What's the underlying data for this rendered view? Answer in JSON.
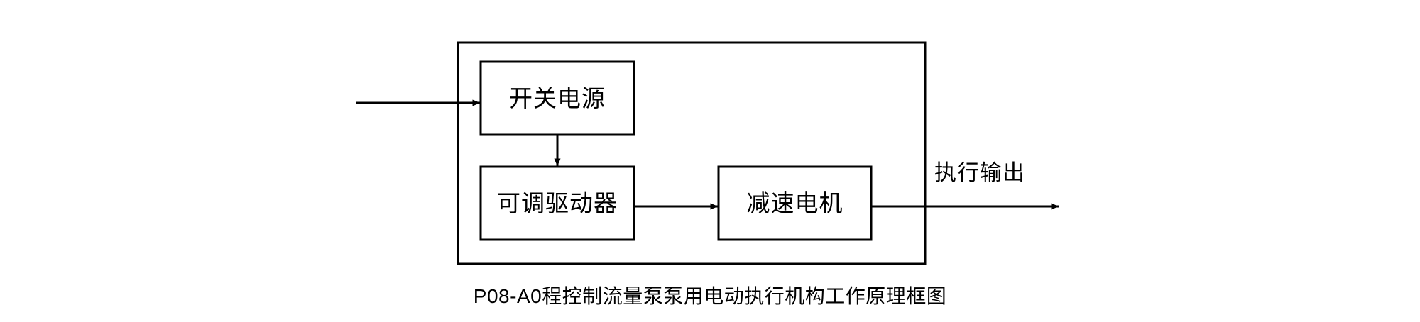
{
  "diagram": {
    "title_caption": "P08-A0程控制流量泵泵用电动执行机构工作原理框图",
    "stroke_color": "#000000",
    "fill_color": "#ffffff",
    "container": {
      "name": "electric-actuator-enclosure",
      "label": ""
    },
    "nodes": [
      {
        "id": "switching-power-supply",
        "label": "开关电源"
      },
      {
        "id": "adjustable-driver",
        "label": "可调驱动器"
      },
      {
        "id": "gear-motor",
        "label": "减速电机"
      }
    ],
    "edges": [
      {
        "id": "power-input",
        "label": ""
      },
      {
        "id": "supply-to-driver",
        "label": ""
      },
      {
        "id": "driver-to-motor",
        "label": ""
      },
      {
        "id": "actuation-output",
        "label": "执行输出"
      }
    ]
  }
}
